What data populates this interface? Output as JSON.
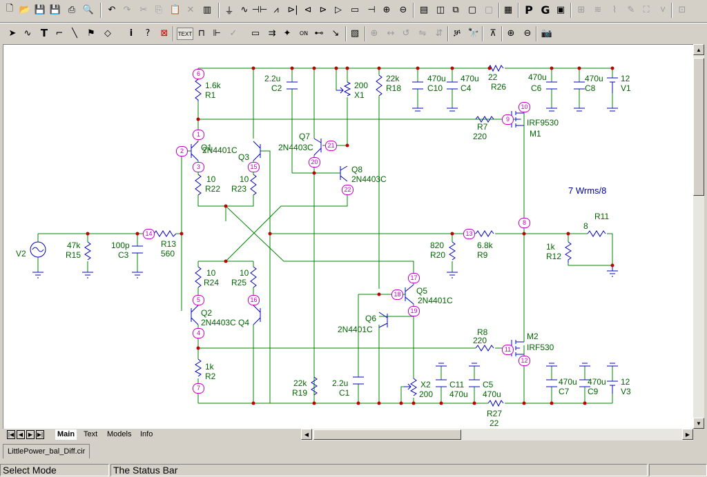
{
  "toolbar_main": {
    "icons": [
      "new-file-icon",
      "open-folder-icon",
      "save-icon",
      "save-all-icon",
      "print-icon",
      "print-preview-icon",
      "undo-icon",
      "redo-icon",
      "cut-icon",
      "copy-icon",
      "paste-icon",
      "delete-icon",
      "component-icon"
    ],
    "component_icons": [
      "ground-icon",
      "inductor-icon",
      "capacitor-icon",
      "resistor-icon",
      "diode-icon",
      "zener-icon",
      "opamp-icon",
      "source-icon",
      "battery-icon",
      "current-source-icon",
      "junction-icon"
    ],
    "view_icons": [
      "split-h-icon",
      "split-v-icon",
      "cascade-icon",
      "window-icon",
      "window-2-icon",
      "calculator-icon"
    ],
    "letter_buttons": [
      "P",
      "G"
    ],
    "right_icons": [
      "properties-icon",
      "grid-icon",
      "waveform-icon",
      "probe-icon",
      "zoom-fit-icon",
      "vbrk-icon",
      "fit-icon"
    ]
  },
  "toolbar_draw": {
    "text_btn": "TEXT",
    "icons": [
      "select-arrow-icon",
      "wire-icon",
      "text-tool-icon",
      "line-icon",
      "diagonal-icon",
      "flag-icon",
      "shape-icon",
      "info-icon",
      "help-cursor-icon",
      "close-box-icon"
    ]
  },
  "schematic": {
    "title_note": "7 Wrms/8",
    "nodes": [
      "1",
      "2",
      "3",
      "4",
      "5",
      "6",
      "7",
      "8",
      "9",
      "10",
      "11",
      "12",
      "13",
      "14",
      "15",
      "16",
      "17",
      "18",
      "19",
      "20",
      "21",
      "22"
    ],
    "components": [
      {
        "ref": "R1",
        "val": "1.6k"
      },
      {
        "ref": "R2",
        "val": "1k"
      },
      {
        "ref": "R22",
        "val": "10"
      },
      {
        "ref": "R23",
        "val": "10"
      },
      {
        "ref": "R24",
        "val": "10"
      },
      {
        "ref": "R25",
        "val": "10"
      },
      {
        "ref": "R13",
        "val": "560"
      },
      {
        "ref": "R15",
        "val": "47k"
      },
      {
        "ref": "C3",
        "val": "100p"
      },
      {
        "ref": "V2",
        "val": ""
      },
      {
        "ref": "C2",
        "val": "2.2u"
      },
      {
        "ref": "R18",
        "val": "22k"
      },
      {
        "ref": "X1",
        "val": "200"
      },
      {
        "ref": "C10",
        "val": "470u"
      },
      {
        "ref": "C4",
        "val": "470u"
      },
      {
        "ref": "R26",
        "val": "22"
      },
      {
        "ref": "C6",
        "val": "470u"
      },
      {
        "ref": "C8",
        "val": "470u"
      },
      {
        "ref": "V1",
        "val": "12"
      },
      {
        "ref": "R7",
        "val": "220"
      },
      {
        "ref": "M1",
        "val": "IRF9530"
      },
      {
        "ref": "Q1",
        "val": "2N4401C"
      },
      {
        "ref": "Q3",
        "val": ""
      },
      {
        "ref": "Q7",
        "val": "2N4403C"
      },
      {
        "ref": "Q8",
        "val": "2N4403C"
      },
      {
        "ref": "R20",
        "val": "820"
      },
      {
        "ref": "R9",
        "val": "6.8k"
      },
      {
        "ref": "R11",
        "val": "8"
      },
      {
        "ref": "R12",
        "val": "1k"
      },
      {
        "ref": "Q2",
        "val": "2N4403C"
      },
      {
        "ref": "Q4",
        "val": ""
      },
      {
        "ref": "Q5",
        "val": "2N4401C"
      },
      {
        "ref": "Q6",
        "val": "2N4401C"
      },
      {
        "ref": "R8",
        "val": "220"
      },
      {
        "ref": "M2",
        "val": "IRF530"
      },
      {
        "ref": "R19",
        "val": "22k"
      },
      {
        "ref": "C1",
        "val": "2.2u"
      },
      {
        "ref": "X2",
        "val": "200"
      },
      {
        "ref": "C11",
        "val": "470u"
      },
      {
        "ref": "C5",
        "val": "470u"
      },
      {
        "ref": "R27",
        "val": "22"
      },
      {
        "ref": "C7",
        "val": "470u"
      },
      {
        "ref": "C9",
        "val": "470u"
      },
      {
        "ref": "V3",
        "val": "12"
      }
    ]
  },
  "tabs": [
    "Main",
    "Text",
    "Models",
    "Info"
  ],
  "file_tab": "LittlePower_bal_Diff.cir",
  "status": {
    "mode": "Select Mode",
    "message": "The Status Bar"
  }
}
